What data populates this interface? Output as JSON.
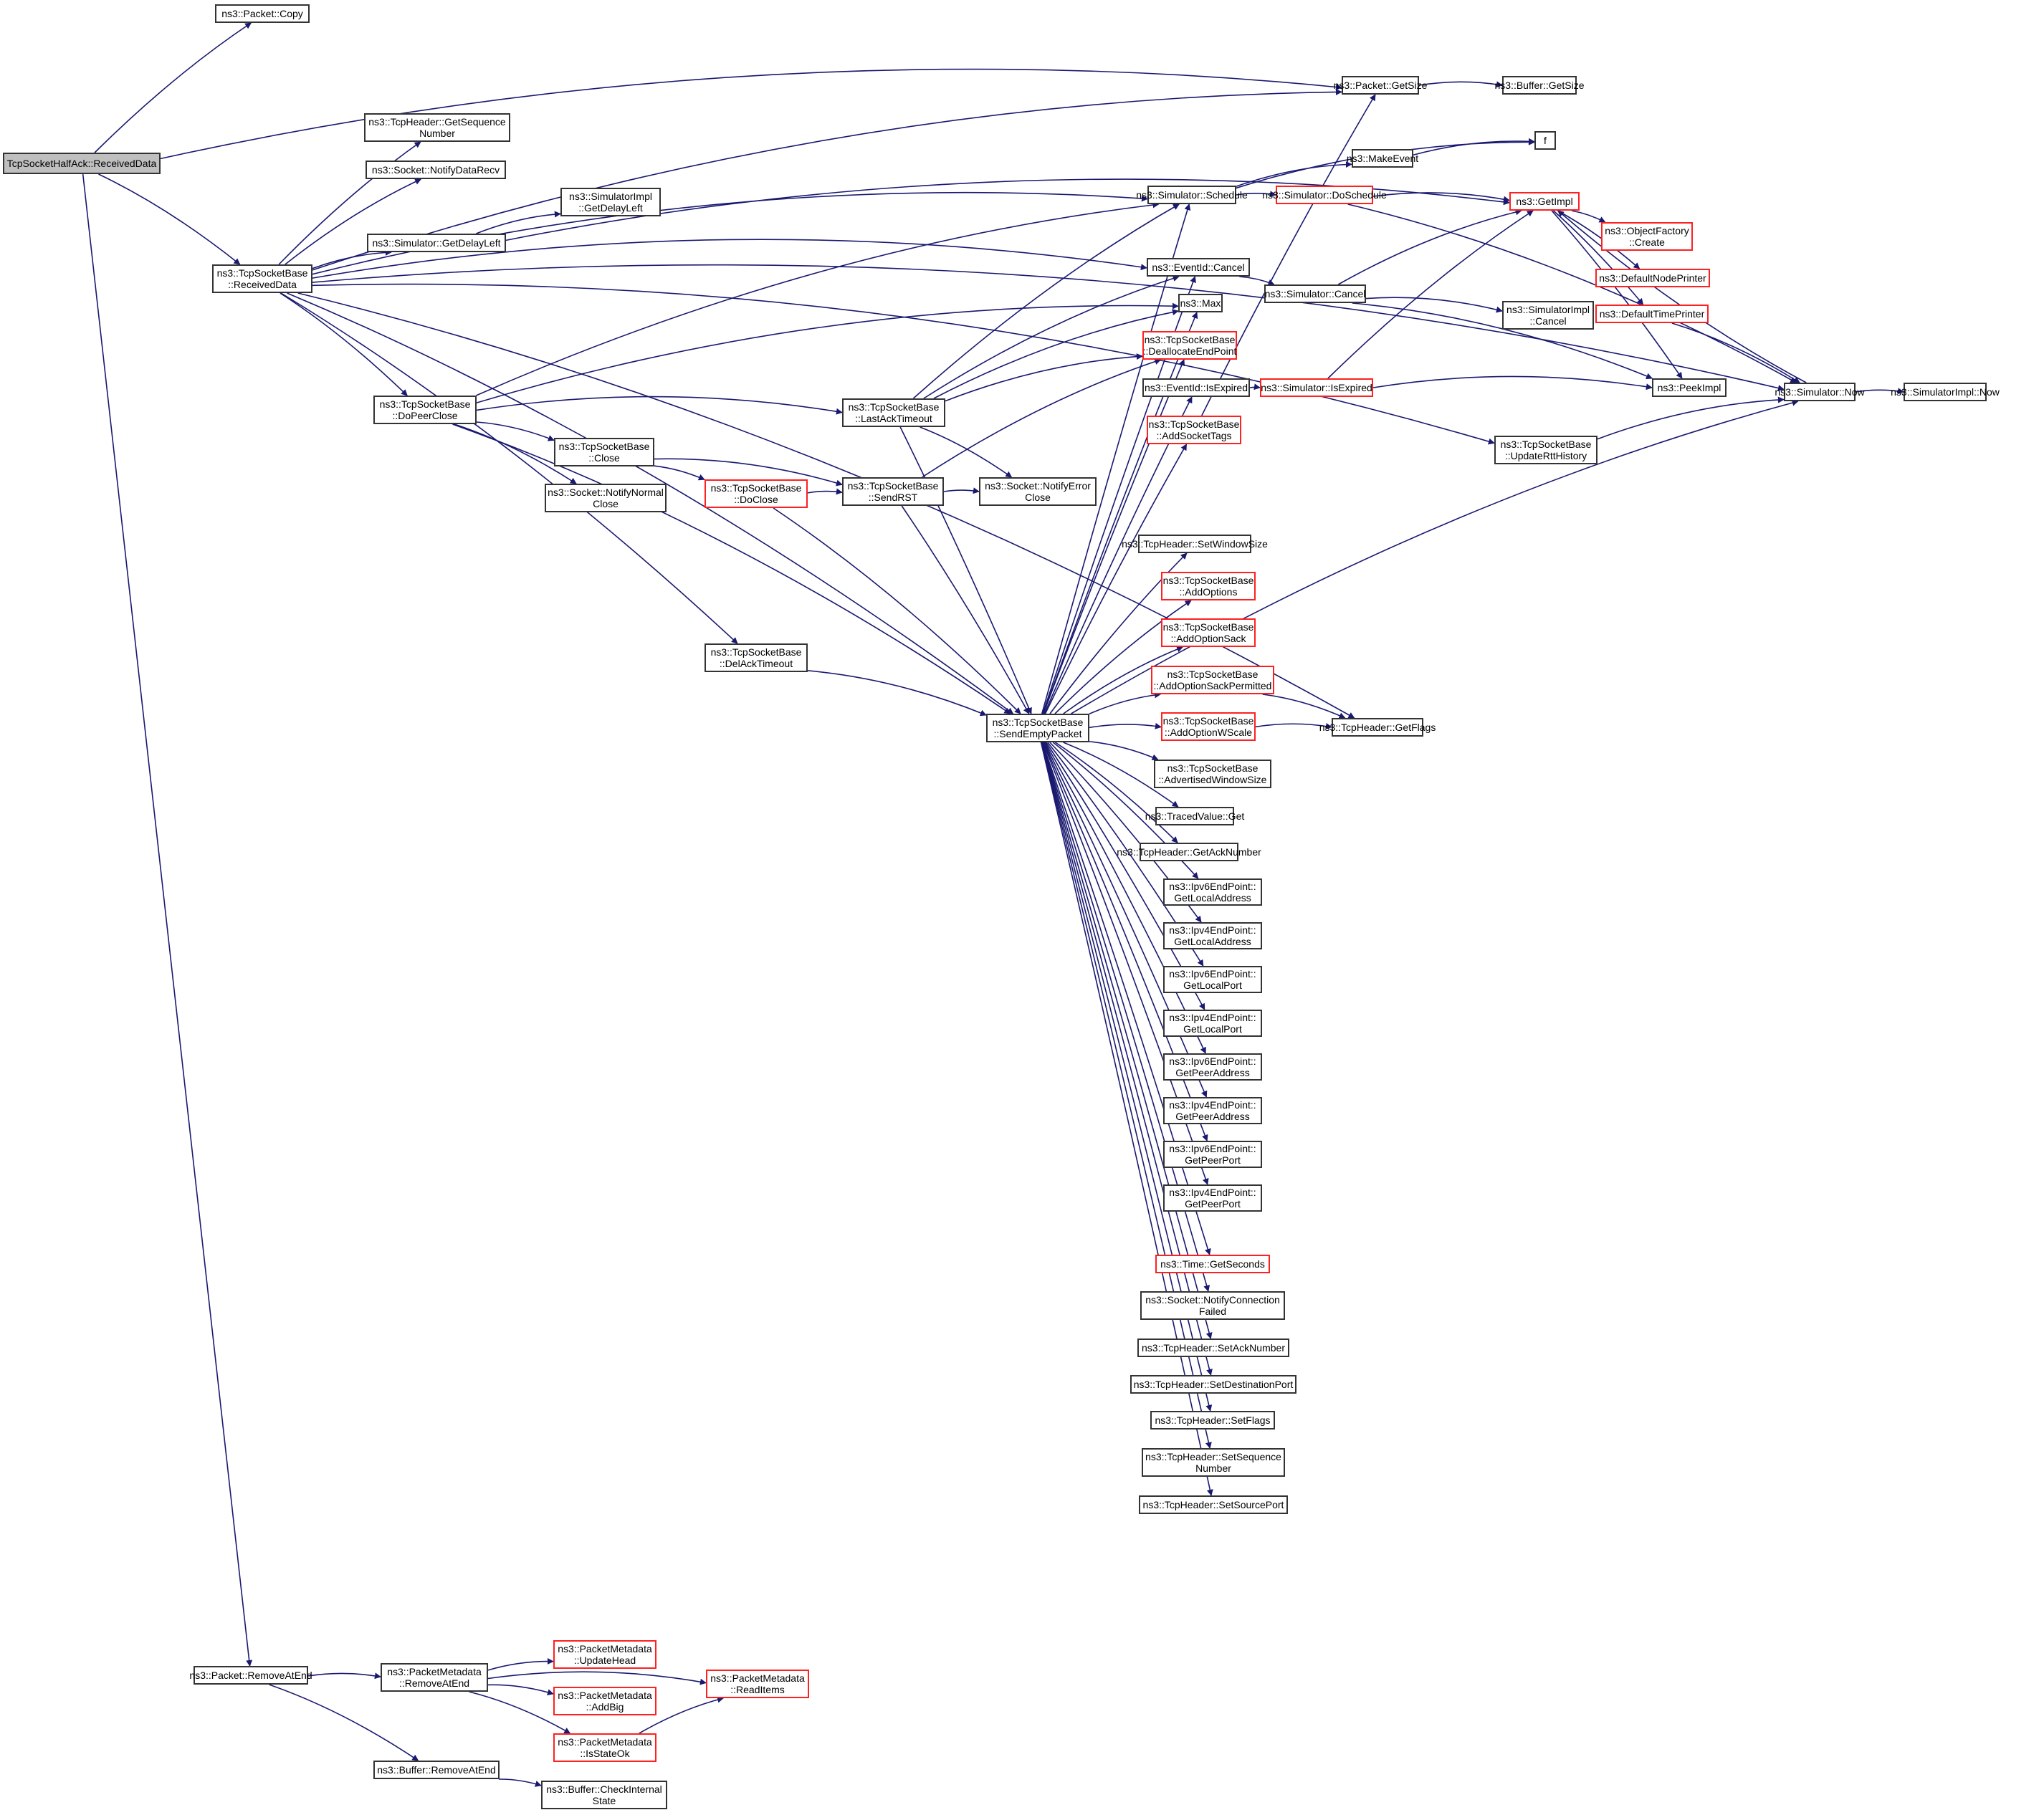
{
  "title": "TcpSocketHalfAck::ReceivedData call graph",
  "colors": {
    "edge": "#191970",
    "node_border": "#333333",
    "truncated_border": "#ff2020",
    "root_fill": "#bfbfbf"
  },
  "nodes": [
    {
      "id": "root",
      "lines": [
        "TcpSocketHalfAck::ReceivedData"
      ],
      "style": "root"
    },
    {
      "id": "pcopy",
      "lines": [
        "ns3::Packet::Copy"
      ],
      "style": "normal"
    },
    {
      "id": "pgetsize",
      "lines": [
        "ns3::Packet::GetSize"
      ],
      "style": "normal"
    },
    {
      "id": "bgetsize",
      "lines": [
        "ns3::Buffer::GetSize"
      ],
      "style": "normal"
    },
    {
      "id": "tsbrecv",
      "lines": [
        "ns3::TcpSocketBase",
        "::ReceivedData"
      ],
      "style": "normal"
    },
    {
      "id": "getseq",
      "lines": [
        "ns3::TcpHeader::GetSequence",
        "Number"
      ],
      "style": "normal"
    },
    {
      "id": "notifydata",
      "lines": [
        "ns3::Socket::NotifyDataRecv"
      ],
      "style": "normal"
    },
    {
      "id": "simimplgdl",
      "lines": [
        "ns3::SimulatorImpl",
        "::GetDelayLeft"
      ],
      "style": "normal"
    },
    {
      "id": "simgdl",
      "lines": [
        "ns3::Simulator::GetDelayLeft"
      ],
      "style": "normal"
    },
    {
      "id": "f",
      "lines": [
        "f"
      ],
      "style": "normal"
    },
    {
      "id": "makeevent",
      "lines": [
        "ns3::MakeEvent"
      ],
      "style": "normal"
    },
    {
      "id": "schedule",
      "lines": [
        "ns3::Simulator::Schedule"
      ],
      "style": "normal"
    },
    {
      "id": "doschedule",
      "lines": [
        "ns3::Simulator::DoSchedule"
      ],
      "style": "red"
    },
    {
      "id": "objcreate",
      "lines": [
        "ns3::ObjectFactory",
        "::Create"
      ],
      "style": "red"
    },
    {
      "id": "getimpl",
      "lines": [
        "ns3::GetImpl"
      ],
      "style": "red"
    },
    {
      "id": "defnode",
      "lines": [
        "ns3::DefaultNodePrinter"
      ],
      "style": "red"
    },
    {
      "id": "deftime",
      "lines": [
        "ns3::DefaultTimePrinter"
      ],
      "style": "red"
    },
    {
      "id": "evcancel",
      "lines": [
        "ns3::EventId::Cancel"
      ],
      "style": "normal"
    },
    {
      "id": "simcancel",
      "lines": [
        "ns3::Simulator::Cancel"
      ],
      "style": "normal"
    },
    {
      "id": "simimplcancel",
      "lines": [
        "ns3::SimulatorImpl",
        "::Cancel"
      ],
      "style": "normal"
    },
    {
      "id": "max",
      "lines": [
        "ns3::Max"
      ],
      "style": "normal"
    },
    {
      "id": "dealloc",
      "lines": [
        "ns3::TcpSocketBase",
        "::DeallocateEndPoint"
      ],
      "style": "red"
    },
    {
      "id": "evexpired",
      "lines": [
        "ns3::EventId::IsExpired"
      ],
      "style": "normal"
    },
    {
      "id": "simexpired",
      "lines": [
        "ns3::Simulator::IsExpired"
      ],
      "style": "red"
    },
    {
      "id": "peekimpl",
      "lines": [
        "ns3::PeekImpl"
      ],
      "style": "normal"
    },
    {
      "id": "simnow",
      "lines": [
        "ns3::Simulator::Now"
      ],
      "style": "normal"
    },
    {
      "id": "simimplnow",
      "lines": [
        "ns3::SimulatorImpl::Now"
      ],
      "style": "normal"
    },
    {
      "id": "addtags",
      "lines": [
        "ns3::TcpSocketBase",
        "::AddSocketTags"
      ],
      "style": "red"
    },
    {
      "id": "updrtt",
      "lines": [
        "ns3::TcpSocketBase",
        "::UpdateRttHistory"
      ],
      "style": "normal"
    },
    {
      "id": "dopeerclose",
      "lines": [
        "ns3::TcpSocketBase",
        "::DoPeerClose"
      ],
      "style": "normal"
    },
    {
      "id": "lastack",
      "lines": [
        "ns3::TcpSocketBase",
        "::LastAckTimeout"
      ],
      "style": "normal"
    },
    {
      "id": "close",
      "lines": [
        "ns3::TcpSocketBase",
        "::Close"
      ],
      "style": "normal"
    },
    {
      "id": "notifynormal",
      "lines": [
        "ns3::Socket::NotifyNormal",
        "Close"
      ],
      "style": "normal"
    },
    {
      "id": "doclose",
      "lines": [
        "ns3::TcpSocketBase",
        "::DoClose"
      ],
      "style": "red"
    },
    {
      "id": "sendrst",
      "lines": [
        "ns3::TcpSocketBase",
        "::SendRST"
      ],
      "style": "normal"
    },
    {
      "id": "notifyerr",
      "lines": [
        "ns3::Socket::NotifyError",
        "Close"
      ],
      "style": "normal"
    },
    {
      "id": "delack",
      "lines": [
        "ns3::TcpSocketBase",
        "::DelAckTimeout"
      ],
      "style": "normal"
    },
    {
      "id": "sendempty",
      "lines": [
        "ns3::TcpSocketBase",
        "::SendEmptyPacket"
      ],
      "style": "normal"
    },
    {
      "id": "setwin",
      "lines": [
        "ns3::TcpHeader::SetWindowSize"
      ],
      "style": "normal"
    },
    {
      "id": "addopts",
      "lines": [
        "ns3::TcpSocketBase",
        "::AddOptions"
      ],
      "style": "red"
    },
    {
      "id": "addsack",
      "lines": [
        "ns3::TcpSocketBase",
        "::AddOptionSack"
      ],
      "style": "red"
    },
    {
      "id": "addsackperm",
      "lines": [
        "ns3::TcpSocketBase",
        "::AddOptionSackPermitted"
      ],
      "style": "red"
    },
    {
      "id": "addwscale",
      "lines": [
        "ns3::TcpSocketBase",
        "::AddOptionWScale"
      ],
      "style": "red"
    },
    {
      "id": "getflags",
      "lines": [
        "ns3::TcpHeader::GetFlags"
      ],
      "style": "normal"
    },
    {
      "id": "advwin",
      "lines": [
        "ns3::TcpSocketBase",
        "::AdvertisedWindowSize"
      ],
      "style": "normal"
    },
    {
      "id": "tracedget",
      "lines": [
        "ns3::TracedValue::Get"
      ],
      "style": "normal"
    },
    {
      "id": "getack",
      "lines": [
        "ns3::TcpHeader::GetAckNumber"
      ],
      "style": "normal"
    },
    {
      "id": "v6locaddr",
      "lines": [
        "ns3::Ipv6EndPoint::",
        "GetLocalAddress"
      ],
      "style": "normal"
    },
    {
      "id": "v4locaddr",
      "lines": [
        "ns3::Ipv4EndPoint::",
        "GetLocalAddress"
      ],
      "style": "normal"
    },
    {
      "id": "v6locport",
      "lines": [
        "ns3::Ipv6EndPoint::",
        "GetLocalPort"
      ],
      "style": "normal"
    },
    {
      "id": "v4locport",
      "lines": [
        "ns3::Ipv4EndPoint::",
        "GetLocalPort"
      ],
      "style": "normal"
    },
    {
      "id": "v6peeraddr",
      "lines": [
        "ns3::Ipv6EndPoint::",
        "GetPeerAddress"
      ],
      "style": "normal"
    },
    {
      "id": "v4peeraddr",
      "lines": [
        "ns3::Ipv4EndPoint::",
        "GetPeerAddress"
      ],
      "style": "normal"
    },
    {
      "id": "v6peerport",
      "lines": [
        "ns3::Ipv6EndPoint::",
        "GetPeerPort"
      ],
      "style": "normal"
    },
    {
      "id": "v4peerport",
      "lines": [
        "ns3::Ipv4EndPoint::",
        "GetPeerPort"
      ],
      "style": "normal"
    },
    {
      "id": "getsecs",
      "lines": [
        "ns3::Time::GetSeconds"
      ],
      "style": "red"
    },
    {
      "id": "notifyconn",
      "lines": [
        "ns3::Socket::NotifyConnection",
        "Failed"
      ],
      "style": "normal"
    },
    {
      "id": "setack",
      "lines": [
        "ns3::TcpHeader::SetAckNumber"
      ],
      "style": "normal"
    },
    {
      "id": "setdst",
      "lines": [
        "ns3::TcpHeader::SetDestinationPort"
      ],
      "style": "normal"
    },
    {
      "id": "setflags",
      "lines": [
        "ns3::TcpHeader::SetFlags"
      ],
      "style": "normal"
    },
    {
      "id": "setseq",
      "lines": [
        "ns3::TcpHeader::SetSequence",
        "Number"
      ],
      "style": "normal"
    },
    {
      "id": "setsrc",
      "lines": [
        "ns3::TcpHeader::SetSourcePort"
      ],
      "style": "normal"
    },
    {
      "id": "premove",
      "lines": [
        "ns3::Packet::RemoveAtEnd"
      ],
      "style": "normal"
    },
    {
      "id": "pmremove",
      "lines": [
        "ns3::PacketMetadata",
        "::RemoveAtEnd"
      ],
      "style": "normal"
    },
    {
      "id": "pmupdhead",
      "lines": [
        "ns3::PacketMetadata",
        "::UpdateHead"
      ],
      "style": "red"
    },
    {
      "id": "pmaddbig",
      "lines": [
        "ns3::PacketMetadata",
        "::AddBig"
      ],
      "style": "red"
    },
    {
      "id": "pmstateok",
      "lines": [
        "ns3::PacketMetadata",
        "::IsStateOk"
      ],
      "style": "red"
    },
    {
      "id": "pmread",
      "lines": [
        "ns3::PacketMetadata",
        "::ReadItems"
      ],
      "style": "red"
    },
    {
      "id": "bremove",
      "lines": [
        "ns3::Buffer::RemoveAtEnd"
      ],
      "style": "normal"
    },
    {
      "id": "bcheck",
      "lines": [
        "ns3::Buffer::CheckInternal",
        "State"
      ],
      "style": "normal"
    }
  ],
  "edges": [
    [
      "root",
      "pcopy"
    ],
    [
      "root",
      "pgetsize"
    ],
    [
      "root",
      "tsbrecv"
    ],
    [
      "root",
      "premove"
    ],
    [
      "pgetsize",
      "bgetsize"
    ],
    [
      "tsbrecv",
      "pgetsize"
    ],
    [
      "tsbrecv",
      "getseq"
    ],
    [
      "tsbrecv",
      "notifydata"
    ],
    [
      "tsbrecv",
      "simgdl"
    ],
    [
      "tsbrecv",
      "schedule"
    ],
    [
      "tsbrecv",
      "evcancel"
    ],
    [
      "tsbrecv",
      "dopeerclose"
    ],
    [
      "tsbrecv",
      "delack"
    ],
    [
      "tsbrecv",
      "sendempty"
    ],
    [
      "tsbrecv",
      "simnow"
    ],
    [
      "tsbrecv",
      "getflags"
    ],
    [
      "tsbrecv",
      "updrtt"
    ],
    [
      "simgdl",
      "simimplgdl"
    ],
    [
      "simgdl",
      "getimpl"
    ],
    [
      "schedule",
      "f"
    ],
    [
      "schedule",
      "makeevent"
    ],
    [
      "schedule",
      "doschedule"
    ],
    [
      "makeevent",
      "f"
    ],
    [
      "doschedule",
      "getimpl"
    ],
    [
      "doschedule",
      "simnow"
    ],
    [
      "getimpl",
      "objcreate"
    ],
    [
      "getimpl",
      "defnode"
    ],
    [
      "getimpl",
      "deftime"
    ],
    [
      "getimpl",
      "peekimpl"
    ],
    [
      "deftime",
      "simnow"
    ],
    [
      "simnow",
      "getimpl"
    ],
    [
      "simnow",
      "simimplnow"
    ],
    [
      "evcancel",
      "simcancel"
    ],
    [
      "simcancel",
      "getimpl"
    ],
    [
      "simcancel",
      "simimplcancel"
    ],
    [
      "simcancel",
      "peekimpl"
    ],
    [
      "evexpired",
      "simexpired"
    ],
    [
      "simexpired",
      "getimpl"
    ],
    [
      "simexpired",
      "peekimpl"
    ],
    [
      "addtags",
      "pgetsize"
    ],
    [
      "updrtt",
      "simnow"
    ],
    [
      "dopeerclose",
      "max"
    ],
    [
      "dopeerclose",
      "schedule"
    ],
    [
      "dopeerclose",
      "lastack"
    ],
    [
      "dopeerclose",
      "close"
    ],
    [
      "dopeerclose",
      "notifynormal"
    ],
    [
      "dopeerclose",
      "sendempty"
    ],
    [
      "lastack",
      "schedule"
    ],
    [
      "lastack",
      "max"
    ],
    [
      "lastack",
      "dealloc"
    ],
    [
      "lastack",
      "notifyerr"
    ],
    [
      "lastack",
      "sendempty"
    ],
    [
      "lastack",
      "evcancel"
    ],
    [
      "close",
      "doclose"
    ],
    [
      "close",
      "sendrst"
    ],
    [
      "doclose",
      "sendrst"
    ],
    [
      "doclose",
      "sendempty"
    ],
    [
      "sendrst",
      "notifyerr"
    ],
    [
      "sendrst",
      "sendempty"
    ],
    [
      "sendrst",
      "dealloc"
    ],
    [
      "delack",
      "sendempty"
    ],
    [
      "sendempty",
      "schedule"
    ],
    [
      "sendempty",
      "evcancel"
    ],
    [
      "sendempty",
      "max"
    ],
    [
      "sendempty",
      "dealloc"
    ],
    [
      "sendempty",
      "evexpired"
    ],
    [
      "sendempty",
      "addtags"
    ],
    [
      "sendempty",
      "simnow"
    ],
    [
      "sendempty",
      "setwin"
    ],
    [
      "sendempty",
      "addopts"
    ],
    [
      "sendempty",
      "addsack"
    ],
    [
      "sendempty",
      "addsackperm"
    ],
    [
      "sendempty",
      "addwscale"
    ],
    [
      "sendempty",
      "advwin"
    ],
    [
      "sendempty",
      "tracedget"
    ],
    [
      "sendempty",
      "getack"
    ],
    [
      "sendempty",
      "v6locaddr"
    ],
    [
      "sendempty",
      "v4locaddr"
    ],
    [
      "sendempty",
      "v6locport"
    ],
    [
      "sendempty",
      "v4locport"
    ],
    [
      "sendempty",
      "v6peeraddr"
    ],
    [
      "sendempty",
      "v4peeraddr"
    ],
    [
      "sendempty",
      "v6peerport"
    ],
    [
      "sendempty",
      "v4peerport"
    ],
    [
      "sendempty",
      "getsecs"
    ],
    [
      "sendempty",
      "notifyconn"
    ],
    [
      "sendempty",
      "setack"
    ],
    [
      "sendempty",
      "setdst"
    ],
    [
      "sendempty",
      "setflags"
    ],
    [
      "sendempty",
      "setseq"
    ],
    [
      "sendempty",
      "setsrc"
    ],
    [
      "addsackperm",
      "getflags"
    ],
    [
      "addwscale",
      "getflags"
    ],
    [
      "premove",
      "pmremove"
    ],
    [
      "premove",
      "bremove"
    ],
    [
      "pmremove",
      "pmupdhead"
    ],
    [
      "pmremove",
      "pmaddbig"
    ],
    [
      "pmremove",
      "pmstateok"
    ],
    [
      "pmremove",
      "pmread"
    ],
    [
      "pmstateok",
      "pmread"
    ],
    [
      "bremove",
      "bcheck"
    ]
  ]
}
